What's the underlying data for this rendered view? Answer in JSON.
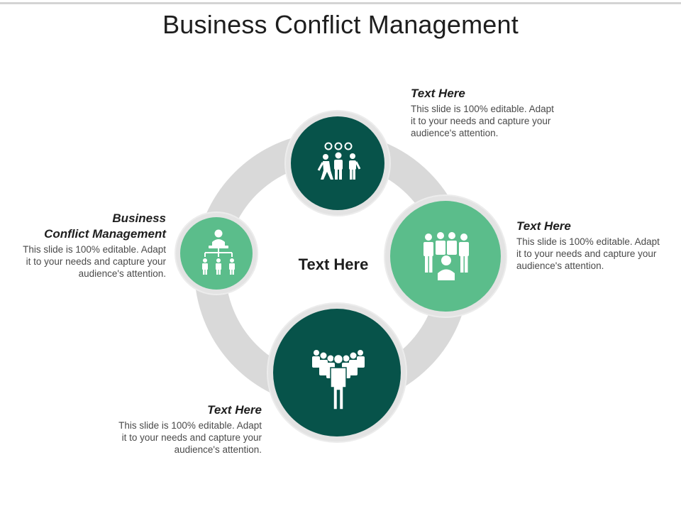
{
  "title": "Business Conflict Management",
  "center_label": "Text Here",
  "colors": {
    "dark_green": "#07534a",
    "light_green": "#5bbd8b",
    "ring": "#d9d9d9",
    "ring_border": "#e6e6e6"
  },
  "nodes": [
    {
      "id": "top",
      "icon": "team-ideas-icon",
      "heading": "Text Here",
      "text": [
        "This slide is 100% editable. Adapt",
        "it to your needs and capture your",
        "audience's attention."
      ]
    },
    {
      "id": "right",
      "icon": "team-meeting-icon",
      "heading": "Text Here",
      "text": [
        "This slide is 100% editable. Adapt",
        "it to your needs and capture your",
        "audience's attention."
      ]
    },
    {
      "id": "bottom",
      "icon": "leader-group-icon",
      "heading": "Text Here",
      "text": [
        "This slide is 100% editable. Adapt",
        "it to your needs and capture your",
        "audience's attention."
      ]
    },
    {
      "id": "left",
      "icon": "org-hierarchy-icon",
      "heading": [
        "Business",
        "Conflict Management"
      ],
      "text": [
        "This slide is 100% editable. Adapt",
        "it to your needs and capture your",
        "audience's attention."
      ]
    }
  ]
}
